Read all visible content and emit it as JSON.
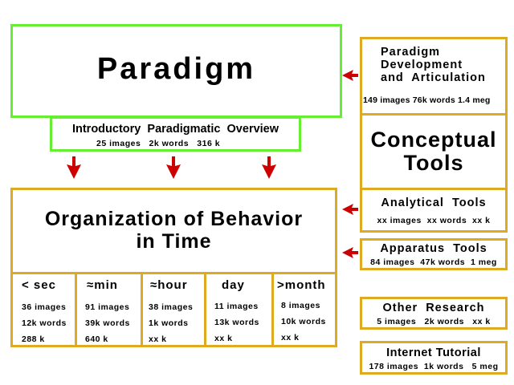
{
  "paradigm": {
    "title": "Paradigm"
  },
  "overview": {
    "title": "Introductory  Paradigmatic  Overview",
    "stats": "25 images   2k words   316 k"
  },
  "organization": {
    "title_line1": "Organization of Behavior",
    "title_line2": "in Time",
    "columns": [
      {
        "label": "< sec",
        "images": "36 images",
        "words": "12k words",
        "size": "288 k"
      },
      {
        "label": "≈min",
        "images": "91 images",
        "words": "39k words",
        "size": "640 k"
      },
      {
        "label": "≈hour",
        "images": "38 images",
        "words": "1k words",
        "size": "xx k"
      },
      {
        "label": "day",
        "images": "11 images",
        "words": "13k words",
        "size": "xx k"
      },
      {
        "label": ">month",
        "images": "8 images",
        "words": "10k words",
        "size": "xx k"
      }
    ]
  },
  "right": {
    "development": {
      "line1": "Paradigm",
      "line2": "Development",
      "line3": "and  Articulation",
      "stats": "149 images 76k words 1.4 meg"
    },
    "conceptual": {
      "line1": "Conceptual",
      "line2": "Tools"
    },
    "analytical": {
      "title": "Analytical  Tools",
      "stats": "xx images  xx words  xx k"
    },
    "apparatus": {
      "title": "Apparatus  Tools",
      "stats": "84 images  47k words  1 meg"
    },
    "other": {
      "title": "Other  Research",
      "stats": "5 images   2k words   xx k"
    },
    "internet": {
      "title": "Internet Tutorial",
      "stats": "178 images  1k words   5 meg"
    }
  },
  "colors": {
    "green_border": "#66ee33",
    "gold_border": "#ddaa22",
    "arrow": "#cc0000"
  }
}
